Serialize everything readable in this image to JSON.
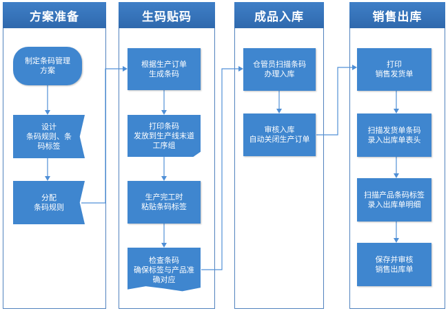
{
  "lanes": [
    {
      "title": "方案准备"
    },
    {
      "title": "生码贴码"
    },
    {
      "title": "成品入库"
    },
    {
      "title": "销售出库"
    }
  ],
  "nodes": {
    "plan": "制定条码管理\n方案",
    "design": "设计\n条码规则、条\n码标签",
    "assign": "分配\n条码规则",
    "generate": "根据生产订单\n生成条码",
    "print_issue": "打印条码\n发放到生产线末道\n工序组",
    "attach": "生产完工时\n粘贴条码标签",
    "check": "检查条码\n确保标签与产品准\n确对应",
    "scan_in": "仓管员扫描条码\n办理入库",
    "audit_in": "审核入库\n自动关闭生产订单",
    "print_delivery": "打印\n销售发货单",
    "scan_delivery": "扫描发货单条码\n录入出库单表头",
    "scan_product": "扫描产品条码标签\n录入出库单明细",
    "save_audit": "保存并审核\n销售出库单"
  }
}
